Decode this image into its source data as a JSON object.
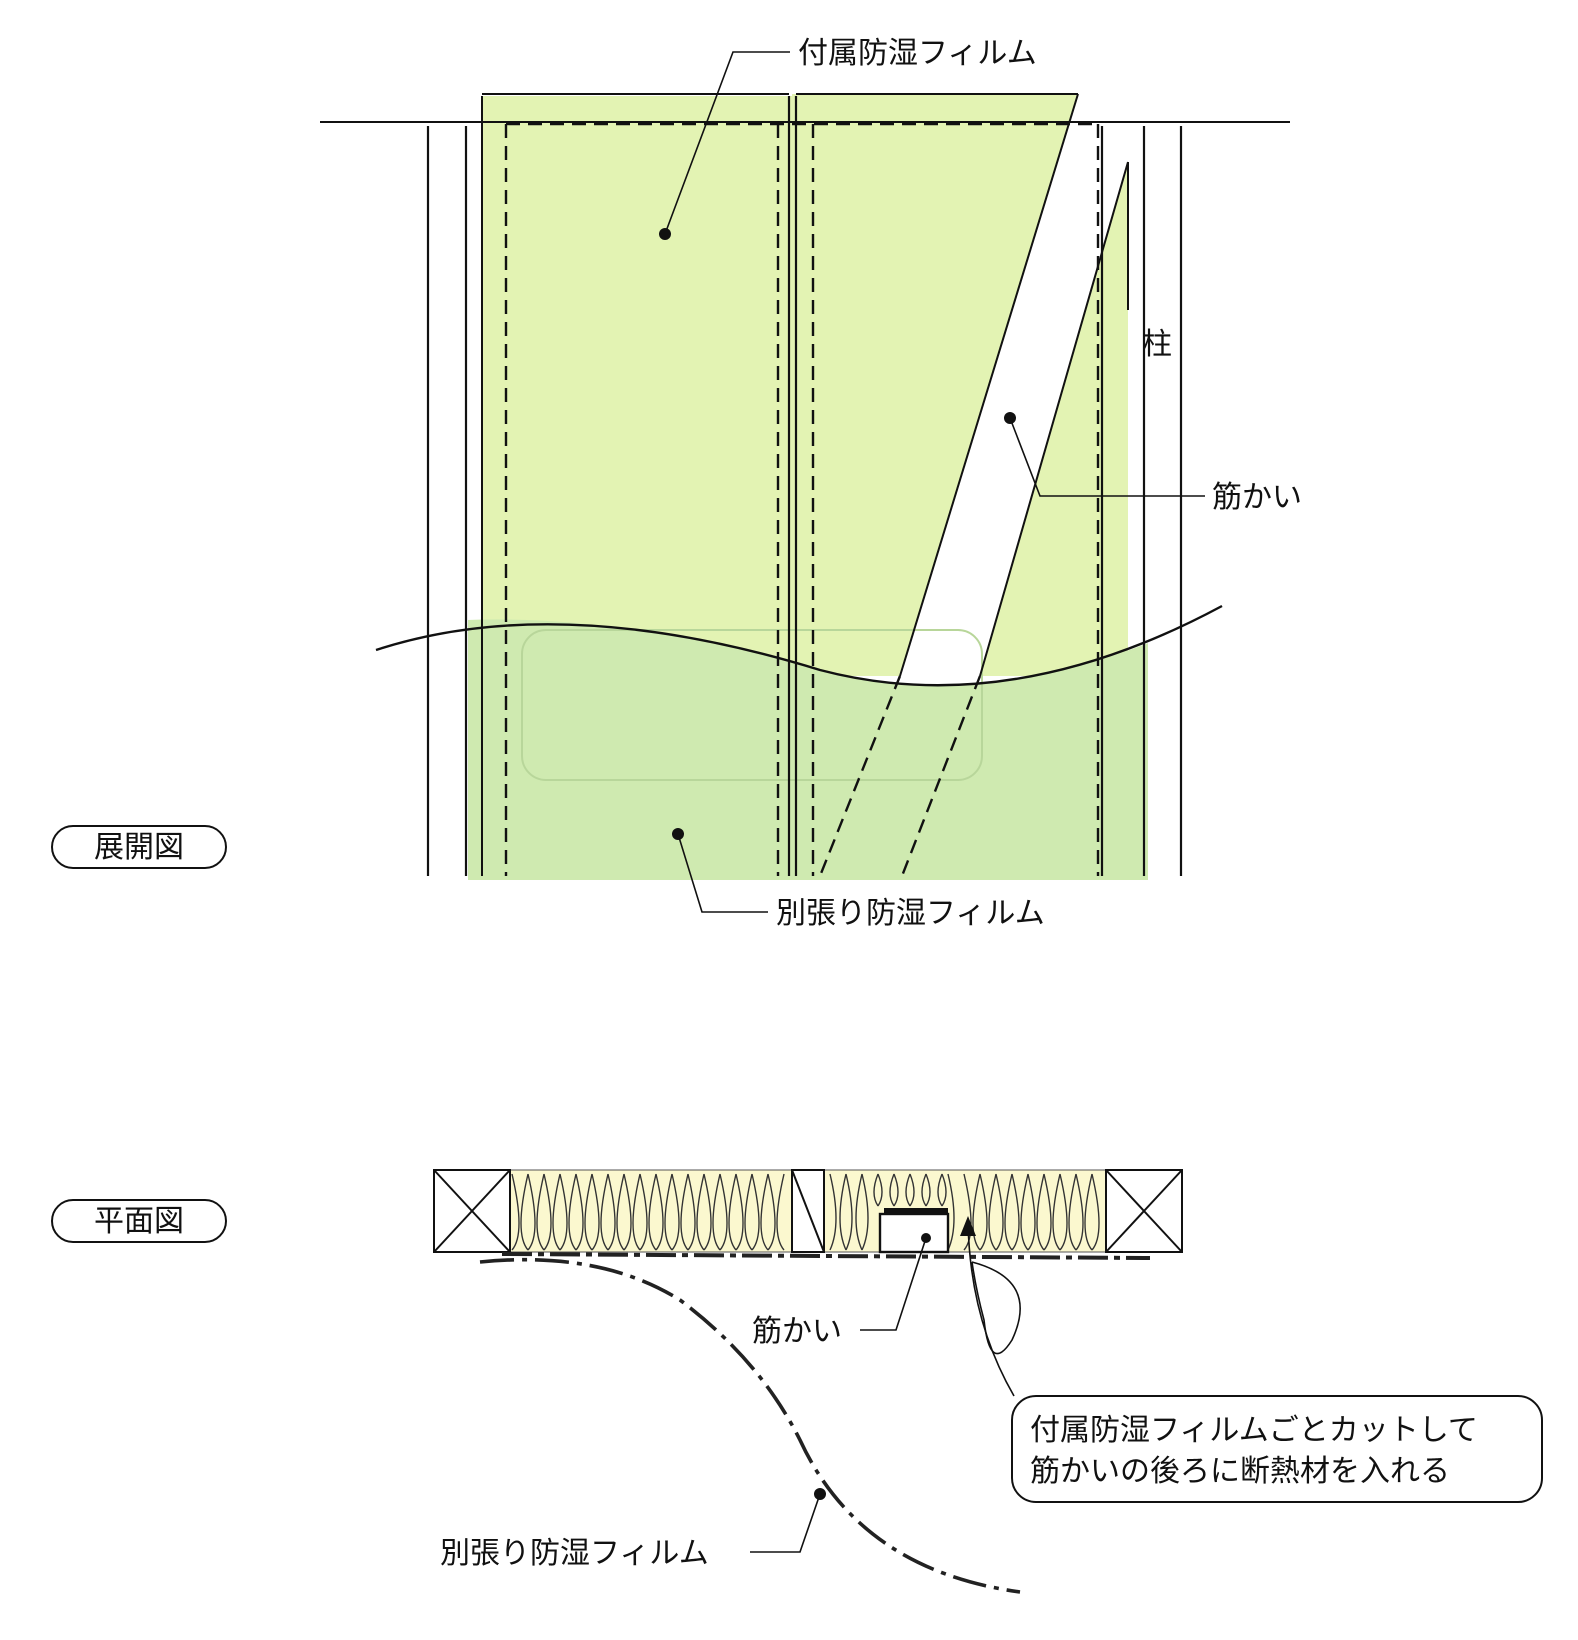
{
  "elevation": {
    "tag": "展開図",
    "labels": {
      "attached_film": "付属防湿フィルム",
      "column": "柱",
      "brace": "筋かい",
      "separate_film": "別張り防湿フィルム"
    }
  },
  "plan": {
    "tag": "平面図",
    "labels": {
      "brace": "筋かい",
      "separate_film": "別張り防湿フィルム"
    },
    "note": {
      "line1": "付属防湿フィルムごとカットして",
      "line2": "筋かいの後ろに断熱材を入れる"
    }
  },
  "colors": {
    "film_light": "#e3f3b3",
    "film_dark": "#cfeab0",
    "insulation": "#fbf8cf",
    "line": "#111111"
  }
}
